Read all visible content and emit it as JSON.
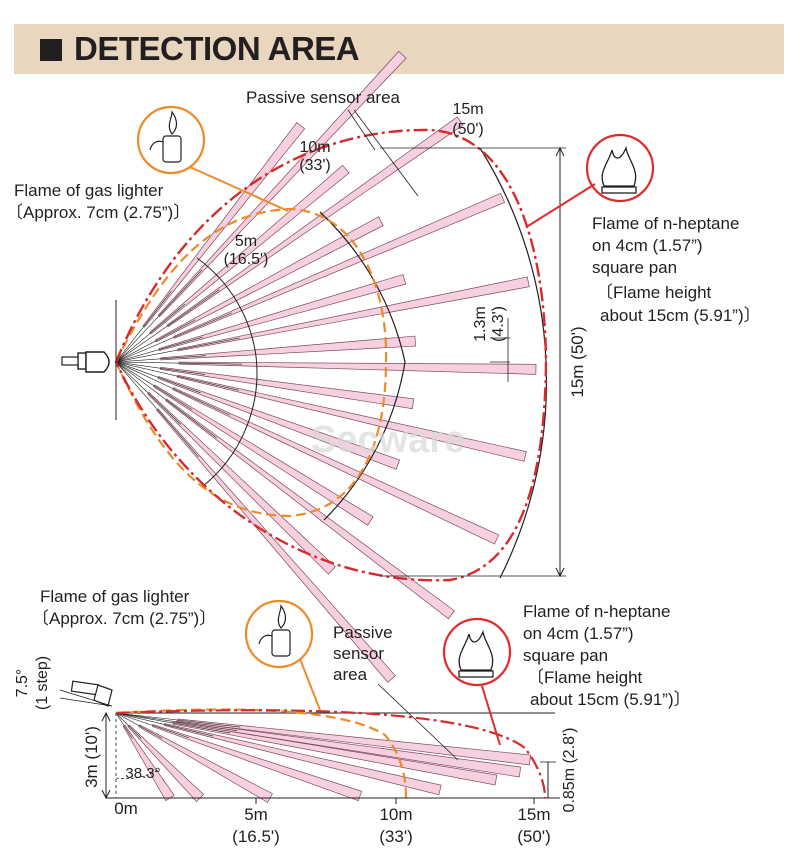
{
  "header": {
    "title": "DETECTION AREA"
  },
  "watermark": "Secware",
  "colors": {
    "header_bg": "#e8d6bf",
    "zone_fill": "#f6cfe0",
    "zone_stroke": "#7a4b59",
    "envelope_red": "#d72a2a",
    "gas_orange": "#ee8a2a",
    "icon_red": "#e02b2b"
  },
  "top_view": {
    "passive_label": "Passive sensor area",
    "gas_label_1": "Flame of gas lighter",
    "gas_label_2": "〔Approx. 7cm (2.75”)〕",
    "hep_label_1": "Flame of n-heptane",
    "hep_label_2": "on 4cm (1.57”)",
    "hep_label_3": "square pan",
    "hep_label_4": "〔Flame height",
    "hep_label_5": "about 15cm (5.91”)〕",
    "r5_m": "5m",
    "r5_ft": "(16.5')",
    "r10_m": "10m",
    "r10_ft": "(33')",
    "r15_m": "15m",
    "r15_ft": "(50')",
    "width_label": "15m (50')",
    "gap_m": "1.3m",
    "gap_ft": "(4.3')"
  },
  "side_view": {
    "gas_label_1": "Flame of gas lighter",
    "gas_label_2": "〔Approx. 7cm (2.75”)〕",
    "passive_1": "Passive",
    "passive_2": "sensor",
    "passive_3": "area",
    "hep_label_1": "Flame of n-heptane",
    "hep_label_2": "on 4cm (1.57”)",
    "hep_label_3": "square pan",
    "hep_label_4": "〔Flame height",
    "hep_label_5": "about 15cm (5.91”)〕",
    "tilt_deg": "7.5°",
    "tilt_step": "(1 step)",
    "height_label": "3m (10')",
    "angle_label": "38.3°",
    "end_height": "0.85m (2.8')",
    "x0": "0m",
    "x5_m": "5m",
    "x5_ft": "(16.5')",
    "x10_m": "10m",
    "x10_ft": "(33')",
    "x15_m": "15m",
    "x15_ft": "(50')"
  }
}
